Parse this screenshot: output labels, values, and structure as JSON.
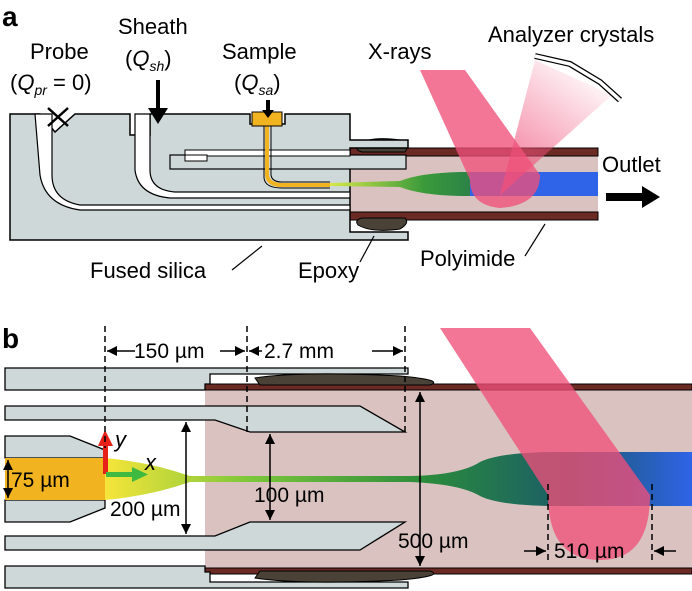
{
  "panel_a": {
    "letter": "a",
    "probe": "Probe",
    "probe_q_main": "Q",
    "probe_q_sub": "pr",
    "probe_q_tail": " = 0)",
    "sheath": "Sheath",
    "sheath_q_main": "Q",
    "sheath_q_sub": "sh",
    "sample": "Sample",
    "sample_q_main": "Q",
    "sample_q_sub": "sa",
    "xrays": "X-rays",
    "analyzer": "Analyzer crystals",
    "outlet": "Outlet",
    "fused_silica": "Fused silica",
    "epoxy": "Epoxy",
    "polyimide": "Polyimide"
  },
  "panel_b": {
    "letter": "b",
    "dim_150": "150 µm",
    "dim_27": "2.7 mm",
    "axis_y": "y",
    "axis_x": "x",
    "dim_75": "75 µm",
    "dim_100": "100 µm",
    "dim_200": "200 µm",
    "dim_500": "500 µm",
    "dim_510": "510 µm"
  },
  "colors": {
    "silica": "#cfd8d8",
    "polyimide_wall": "#6b2a24",
    "tube_fill": "#d9c2bf",
    "epoxy": "#4a4236",
    "sample": "#f2b320",
    "jet_blue": "#2f63e8",
    "xray": "#f0507a"
  }
}
